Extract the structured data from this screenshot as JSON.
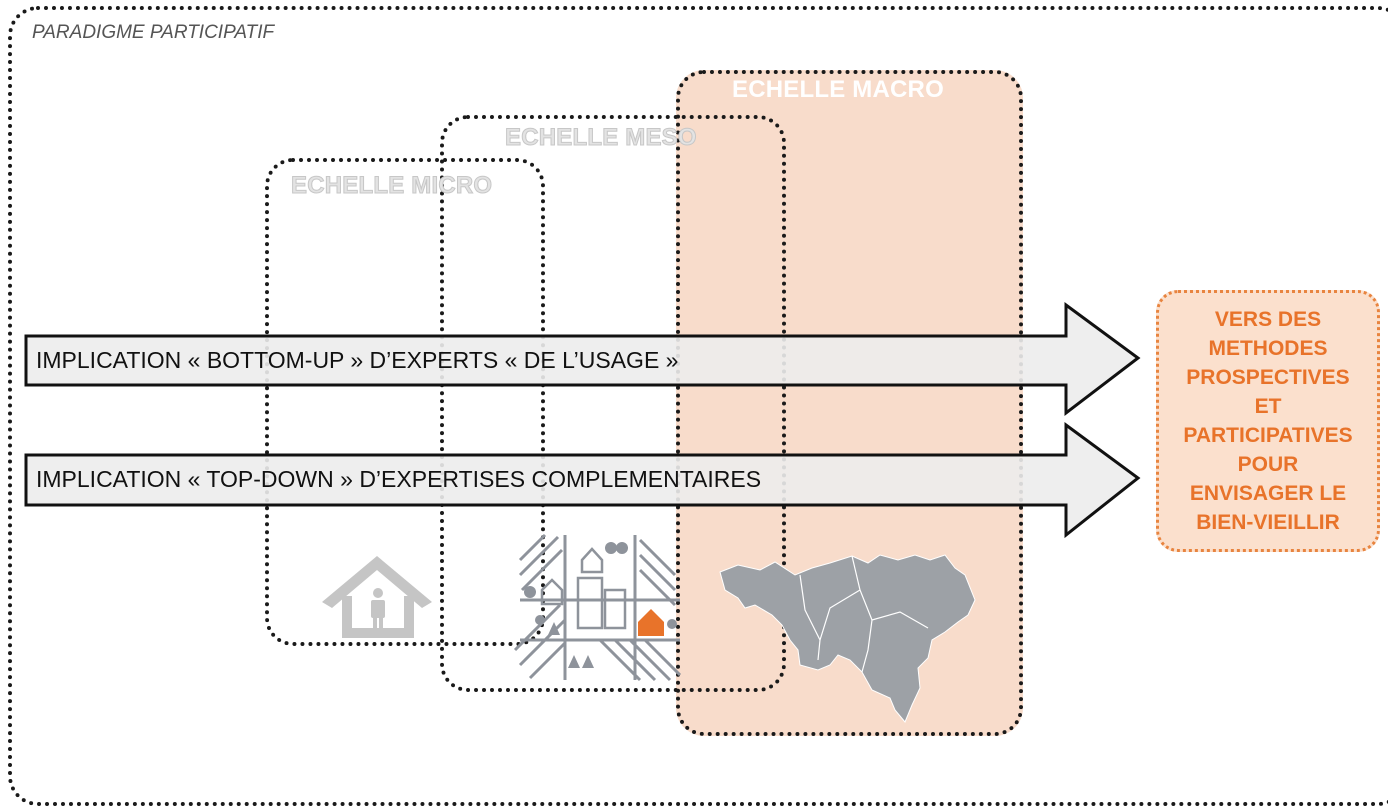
{
  "paradigm_label": "PARADIGME PARTICIPATIF",
  "scales": {
    "macro": "ECHELLE MACRO",
    "meso": "ECHELLE MESO",
    "micro": "ECHELLE MICRO"
  },
  "arrows": {
    "bottom_up": "IMPLICATION « BOTTOM-UP » D’EXPERTS « DE L’USAGE »",
    "top_down": "IMPLICATION « TOP-DOWN » D’EXPERTISES COMPLEMENTAIRES"
  },
  "result": {
    "lines": [
      "VERS DES",
      "METHODES",
      "PROSPECTIVES",
      "ET",
      "PARTICIPATIVES",
      "POUR",
      "ENVISAGER LE",
      "BIEN-VIEILLIR"
    ]
  },
  "icons": {
    "micro": "house-person-icon",
    "meso": "neighborhood-map-icon",
    "macro": "region-map-icon"
  },
  "colors": {
    "accent_orange": "#e8732a",
    "macro_fill": "#f8dccb",
    "arrow_fill": "#ececec",
    "icon_gray": "#9a9ea5"
  }
}
